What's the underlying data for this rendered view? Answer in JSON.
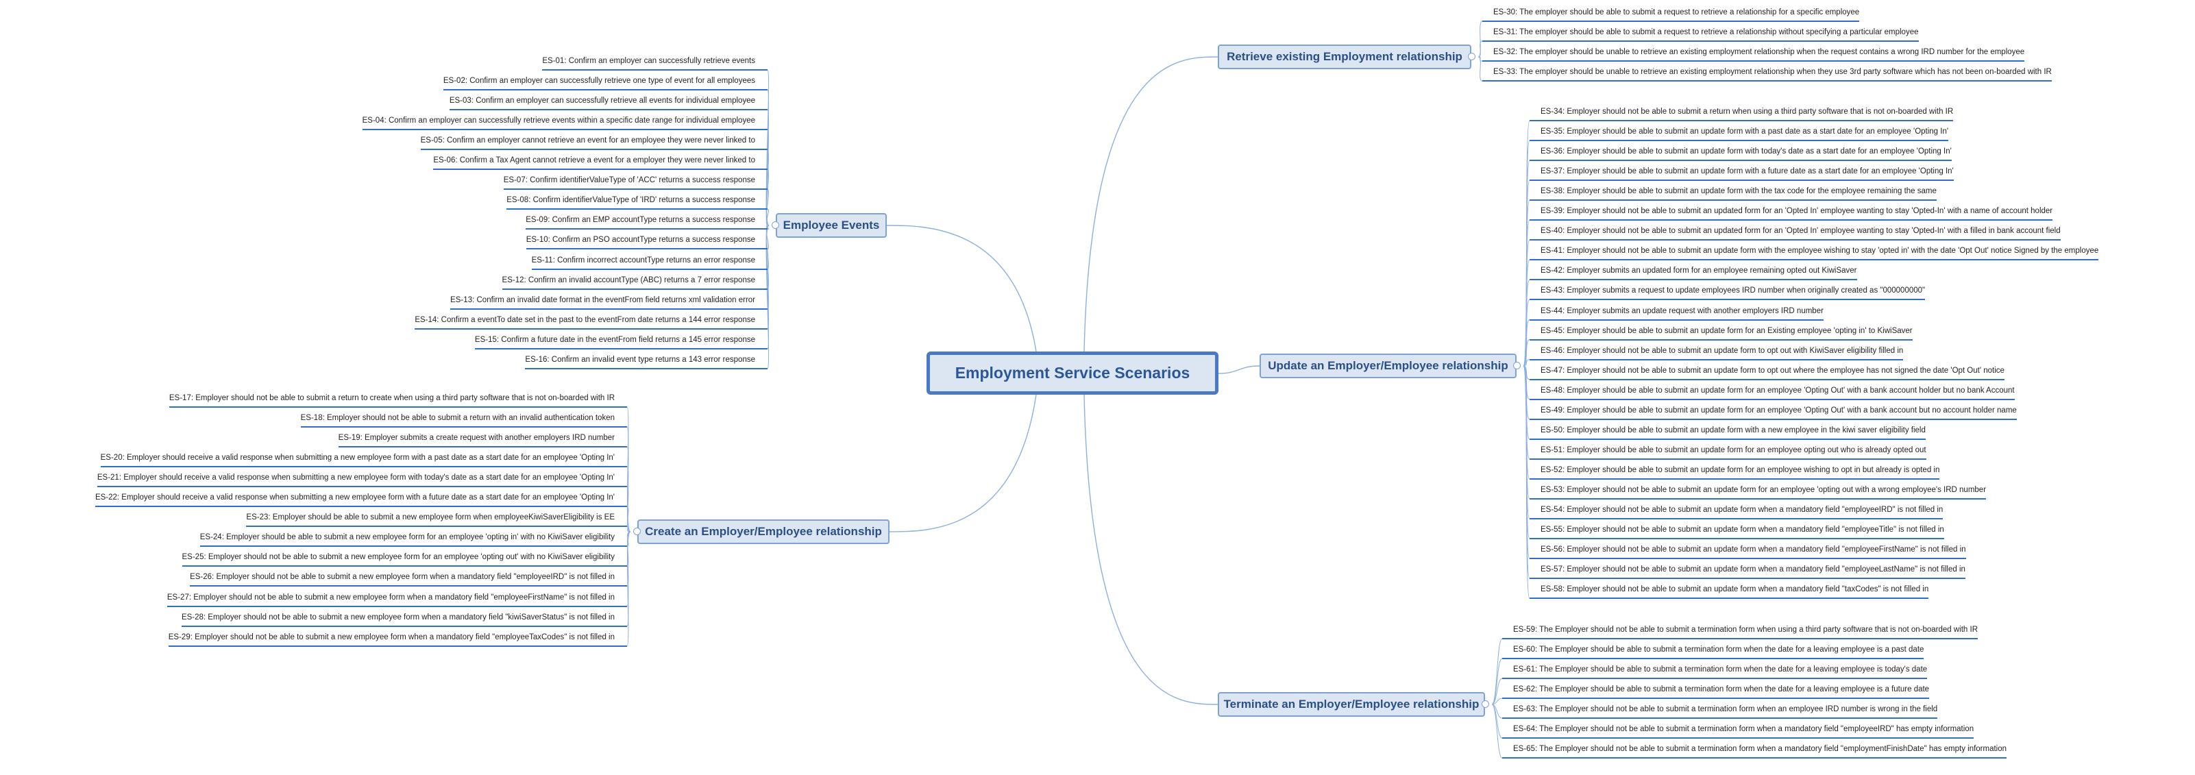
{
  "root": {
    "title": "Employment Service Scenarios"
  },
  "branches": [
    {
      "label": "Employee Events",
      "side": "left",
      "items": [
        "ES-01: Confirm an employer can successfully retrieve events",
        "ES-02: Confirm an employer can successfully retrieve one type of event for all employees",
        "ES-03: Confirm an employer can successfully retrieve all events for individual employee",
        "ES-04: Confirm an employer can successfully retrieve events within a specific date range for individual employee",
        "ES-05: Confirm an employer cannot retrieve an event for an employee they were never linked to",
        "ES-06: Confirm a Tax Agent cannot retrieve a event for a employer they were never linked to",
        "ES-07: Confirm identifierValueType of 'ACC' returns a success response",
        "ES-08: Confirm identifierValueType of 'IRD' returns a success response",
        "ES-09: Confirm an EMP accountType returns a success response",
        "ES-10: Confirm an PSO accountType returns a success response",
        "ES-11: Confirm incorrect accountType returns an error response",
        "ES-12: Confirm an invalid accountType (ABC) returns a 7 error response",
        "ES-13: Confirm an invalid date format in the eventFrom field returns xml validation error",
        "ES-14: Confirm a eventTo date set in the past to the eventFrom date returns a 144 error response",
        "ES-15: Confirm a future date in the eventFrom field returns a 145 error response",
        "ES-16: Confirm an invalid event type returns a 143 error response"
      ]
    },
    {
      "label": "Create an Employer/Employee relationship",
      "side": "left",
      "items": [
        "ES-17: Employer should not be able to submit a return to create when using a third party software that is not on-boarded with IR",
        "ES-18: Employer should not be able to submit a return with an invalid authentication token",
        "ES-19: Employer submits a create request with another employers IRD number",
        "ES-20: Employer should receive a valid response when submitting a new employee form with a past date as a start date for an employee 'Opting In'",
        "ES-21: Employer should receive a valid response when submitting a new employee form with today's date as a start date for an employee 'Opting In'",
        "ES-22: Employer should receive a valid response when submitting a new employee form with a future date as a start date for an employee 'Opting In'",
        "ES-23: Employer should be able to submit a new employee form when employeeKiwiSaverEligibility is EE",
        "ES-24: Employer should be able to submit a new employee form for an employee 'opting in' with no KiwiSaver eligibility",
        "ES-25: Employer should not be able to submit a new employee form for an employee 'opting out' with no KiwiSaver eligibility",
        "ES-26: Employer should not be able to submit a new employee form when a mandatory field \"employeeIRD\" is not filled in",
        "ES-27: Employer should not be able to submit a new employee form when a mandatory field \"employeeFirstName\" is not filled in",
        "ES-28: Employer should not be able to submit a new employee form when a mandatory field \"kiwiSaverStatus\" is not filled in",
        "ES-29: Employer should not be able to submit a new employee form when a mandatory field \"employeeTaxCodes\" is not filled in"
      ]
    },
    {
      "label": "Retrieve existing Employment relationship",
      "side": "right",
      "items": [
        "ES-30: The employer should be able to submit a request to retrieve a relationship for a specific employee",
        "ES-31: The employer should be able to submit a request to retrieve a relationship without specifying a particular employee",
        "ES-32: The employer should be unable to retrieve an existing employment relationship when the request contains a wrong IRD number for the employee",
        "ES-33: The employer should be unable to retrieve an existing employment relationship when they use 3rd party software which has not been on-boarded with IR"
      ]
    },
    {
      "label": "Update an Employer/Employee relationship",
      "side": "right",
      "items": [
        "ES-34: Employer should not be able to submit a return when using a third party software that is not on-boarded with IR",
        "ES-35: Employer should be able to submit an update form with a past date as a start date for an employee 'Opting In'",
        "ES-36: Employer should be able to submit an update form with today's date as a start date for an employee 'Opting In'",
        "ES-37: Employer should be able to submit an update form with a future date as a start date for an employee 'Opting In'",
        "ES-38: Employer should be able to submit an update form with the tax code for the employee remaining the same",
        "ES-39: Employer should not be able to submit an updated form for an 'Opted In' employee wanting to stay 'Opted-In' with a name of account holder",
        "ES-40: Employer should not be able to submit an updated form for an 'Opted In' employee wanting to stay 'Opted-In' with a filled in bank account field",
        "ES-41: Employer should not be able to submit an update form with the employee wishing to stay 'opted in' with the date 'Opt Out' notice Signed by the employee",
        "ES-42: Employer submits an updated form for an employee remaining opted out KiwiSaver",
        "ES-43: Employer submits a request to update employees IRD number when originally created as \"000000000\"",
        "ES-44: Employer submits an update request with another employers IRD number",
        "ES-45: Employer should be able to submit an update form for an Existing employee 'opting in' to KiwiSaver",
        "ES-46: Employer should not be able to submit an update form to opt out with KiwiSaver eligibility filled in",
        "ES-47: Employer should not be able to submit an update form to opt out where the employee has not signed the date 'Opt Out' notice",
        "ES-48: Employer should be able to submit an update form for an employee 'Opting Out' with a bank account holder but no bank Account",
        "ES-49: Employer should be able to submit an update form for an employee 'Opting Out' with a bank account but no account holder name",
        "ES-50: Employer should be able to submit an update form with a new employee in the kiwi saver eligibility field",
        "ES-51: Employer should be able to submit an update form for an employee opting out who is already opted out",
        "ES-52: Employer should be able to submit an update form for an employee wishing to opt in but already is opted in",
        "ES-53: Employer should not be able to submit an update form for an employee 'opting out with a wrong employee's IRD number",
        "ES-54: Employer should not be able to submit an update form when a mandatory field \"employeeIRD\" is not filled in",
        "ES-55: Employer should not be able to submit an update form when a mandatory field \"employeeTitle\" is not filled in",
        "ES-56: Employer should not be able to submit an update form when a mandatory field \"employeeFirstName\" is not filled in",
        "ES-57: Employer should not be able to submit an update form when a mandatory field \"employeeLastName\" is not filled in",
        "ES-58: Employer should not be able to submit an update form when a mandatory field \"taxCodes\" is not filled in"
      ]
    },
    {
      "label": "Terminate an Employer/Employee relationship",
      "side": "right",
      "items": [
        "ES-59: The Employer should not be able to submit a termination form when using a third party software that is not on-boarded with IR",
        "ES-60: The Employer should be able to submit a termination form when the date for a leaving employee is a past date",
        "ES-61: The Employer should be able to submit a termination form when the date for a leaving employee is today's date",
        "ES-62: The Employer should be able to submit a termination form when the date for a leaving employee is a future date",
        "ES-63: The Employer should not be able to submit a termination form when an employee IRD number is wrong in the field",
        "ES-64: The Employer should not be able to submit a termination form when a mandatory field \"employeeIRD\" has empty information",
        "ES-65: The Employer should not be able to submit a termination form when a mandatory field \"employmentFinishDate\" has empty information"
      ]
    }
  ],
  "colors": {
    "root_border": "#4a7bc2",
    "node_fill": "#dce6f2",
    "branch_line": "#8fb0db",
    "leaf_underline": "#2e6fca"
  }
}
